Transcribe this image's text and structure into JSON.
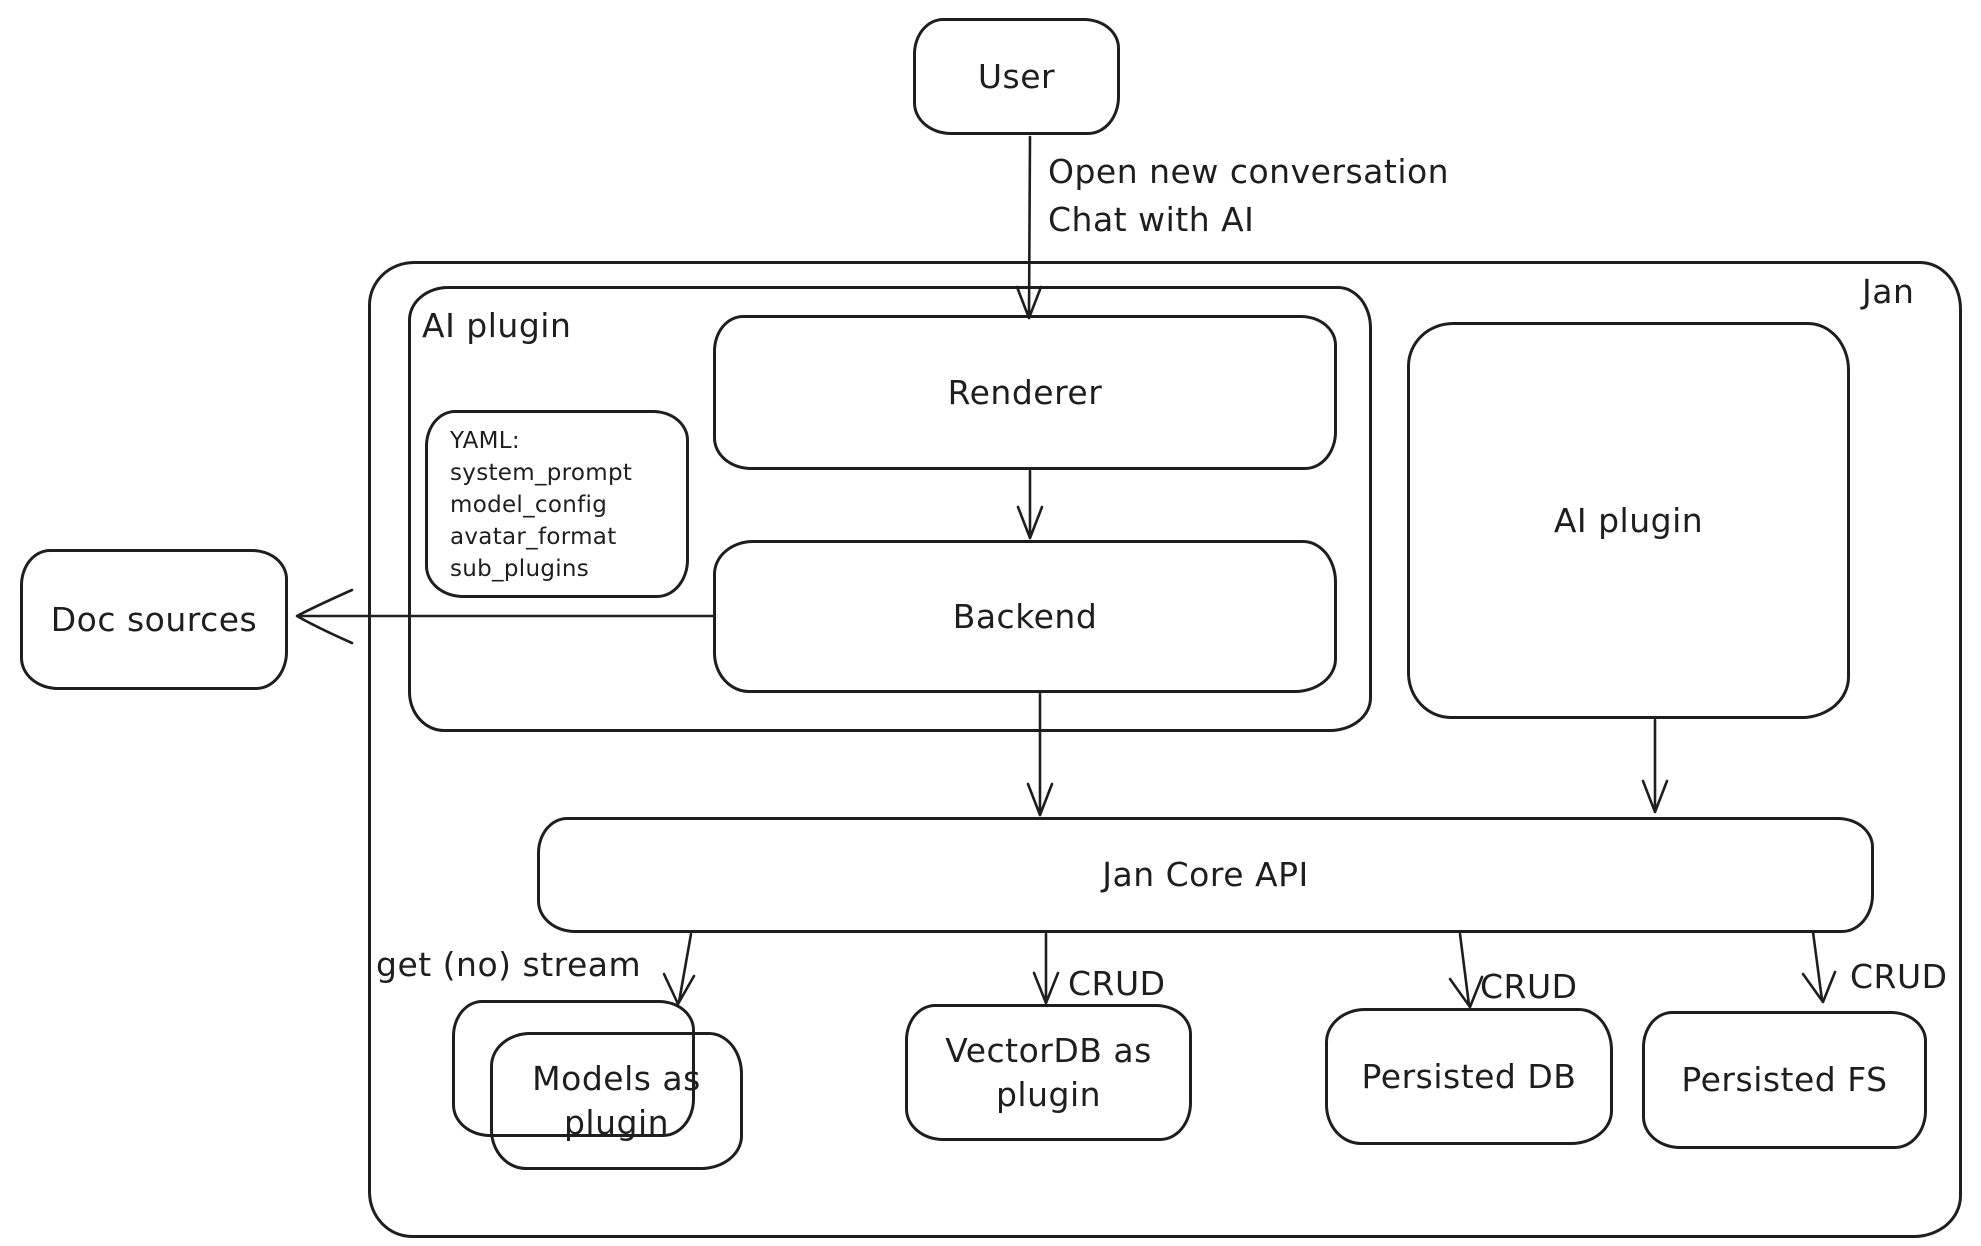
{
  "colors": {
    "stroke": "#1e1e1e",
    "background": "#ffffff"
  },
  "nodes": {
    "user": "User",
    "jan": "Jan",
    "ai_plugin_container": "AI plugin",
    "renderer": "Renderer",
    "backend": "Backend",
    "ai_plugin_box": "AI plugin",
    "doc_sources": "Doc sources",
    "jan_core_api": "Jan Core API",
    "models_as_plugin": "Models as plugin",
    "vectordb_as_plugin": "VectorDB as plugin",
    "persisted_db": "Persisted DB",
    "persisted_fs": "Persisted FS"
  },
  "yaml_note": {
    "title": "YAML:",
    "lines": [
      "system_prompt",
      "model_config",
      "avatar_format",
      "sub_plugins"
    ]
  },
  "edge_labels": {
    "user_to_renderer_line1": "Open new conversation",
    "user_to_renderer_line2": "Chat with AI",
    "get_no_stream": "get (no) stream",
    "crud_vectordb": "CRUD",
    "crud_persisted_db": "CRUD",
    "crud_persisted_fs": "CRUD"
  }
}
